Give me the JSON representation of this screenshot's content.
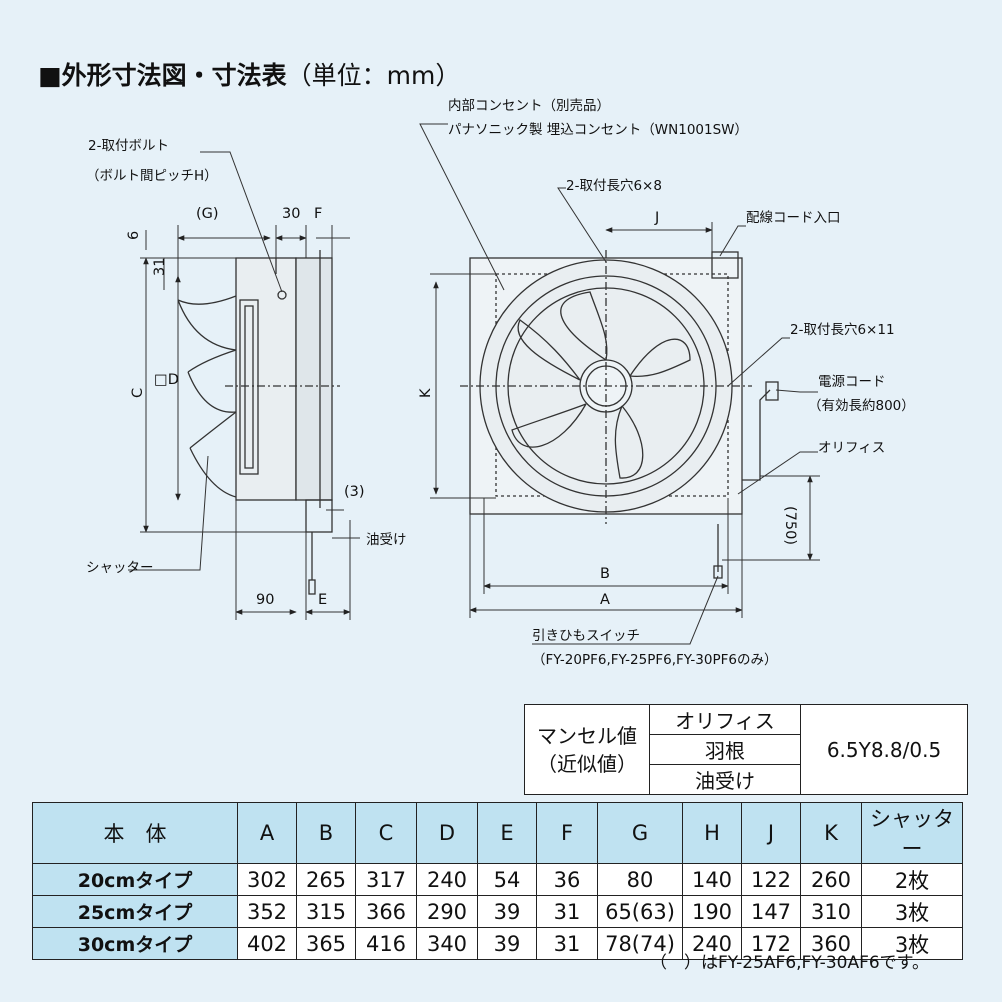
{
  "title": {
    "main": "■外形寸法図・寸法表",
    "unit": "（単位：mm）"
  },
  "labels": {
    "bolt": "2-取付ボルト",
    "bolt_pitch": "（ボルト間ピッチH）",
    "internal_outlet": "内部コンセント（別売品）",
    "panasonic_outlet": "パナソニック製 埋込コンセント（WN1001SW）",
    "slot_6x8": "2-取付長穴6×8",
    "cord_inlet": "配線コード入口",
    "slot_6x11": "2-取付長穴6×11",
    "power_cord": "電源コード",
    "power_cord_len": "（有効長約800）",
    "orifice": "オリフィス",
    "shutter": "シャッター",
    "oil_tray": "油受け",
    "pull_switch": "引きひもスイッチ",
    "pull_switch_models": "（FY-20PF6,FY-25PF6,FY-30PF6のみ）"
  },
  "dims": {
    "g": "(G)",
    "d30": "30",
    "f": "F",
    "six": "6",
    "thirtyone": "31",
    "c": "C",
    "d": "□D",
    "three": "(3)",
    "ninety": "90",
    "e": "E",
    "j": "J",
    "k": "K",
    "seven50": "(750)",
    "b": "B",
    "a": "A"
  },
  "munsell": {
    "header": [
      "マンセル値",
      "（近似値）"
    ],
    "parts": [
      "オリフィス",
      "羽根",
      "油受け"
    ],
    "value": "6.5Y8.8/0.5"
  },
  "table": {
    "headers": [
      "本　体",
      "A",
      "B",
      "C",
      "D",
      "E",
      "F",
      "G",
      "H",
      "J",
      "K",
      "シャッター"
    ],
    "rows": [
      [
        "20cmタイプ",
        "302",
        "265",
        "317",
        "240",
        "54",
        "36",
        "80",
        "140",
        "122",
        "260",
        "2枚"
      ],
      [
        "25cmタイプ",
        "352",
        "315",
        "366",
        "290",
        "39",
        "31",
        "65(63)",
        "190",
        "147",
        "310",
        "3枚"
      ],
      [
        "30cmタイプ",
        "402",
        "365",
        "416",
        "340",
        "39",
        "31",
        "78(74)",
        "240",
        "172",
        "360",
        "3枚"
      ]
    ]
  },
  "note": "（　）はFY-25AF6,FY-30AF6です。",
  "colors": {
    "background": "#e6f1f8",
    "header_fill": "#bfe2f1"
  }
}
